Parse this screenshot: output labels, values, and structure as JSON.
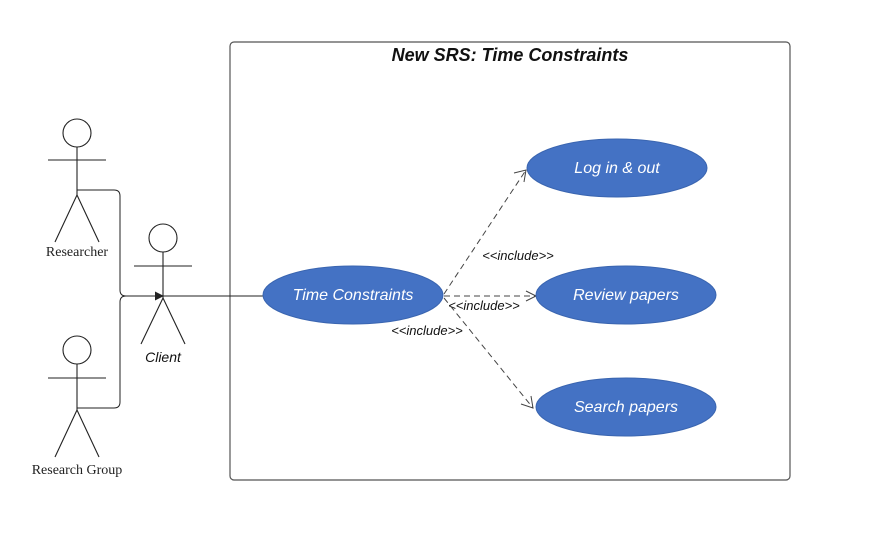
{
  "system": {
    "title": "New SRS: Time Constraints"
  },
  "actors": {
    "researcher": "Researcher",
    "research_group": "Research Group",
    "client": "Client"
  },
  "use_cases": {
    "time_constraints": "Time Constraints",
    "log_in_out": "Log in & out",
    "review_papers": "Review papers",
    "search_papers": "Search papers"
  },
  "relations": {
    "include_login": "<<include>>",
    "include_review": "<<include>>",
    "include_search": "<<include>>"
  },
  "colors": {
    "use_case_fill": "#4472c4",
    "use_case_text": "#ffffff",
    "line": "#222222"
  }
}
